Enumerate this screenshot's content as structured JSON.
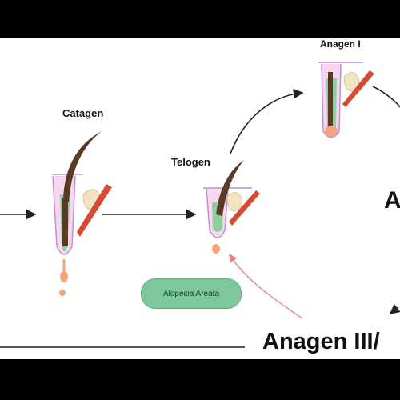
{
  "labels": {
    "catagen": "Catagen",
    "telogen": "Telogen",
    "anagen_1": "Anagen I",
    "anagen_main_partial": "A",
    "anagen_3_partial": "Anagen III/"
  },
  "callout": {
    "text": "Alopecia Areata",
    "color": "#7ec79b"
  },
  "colors": {
    "hair_shaft": "#5a3a24",
    "root_sheath": "#c58fd0",
    "follicle_bulb": "#f3a47a",
    "follicle_inner": "#8fcf9f",
    "arrector_muscle": "#d64a35",
    "sebaceous_gland": "#f2e3c4",
    "arrow": "#222222",
    "disruption_arrow": "#e7827d"
  }
}
